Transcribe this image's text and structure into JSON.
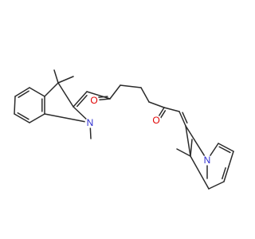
{
  "molecule": {
    "colors": {
      "bond": "#2b2b2b",
      "nitrogen": "#2b2bd0",
      "oxygen": "#e00000",
      "background": "#ffffff"
    },
    "atoms": {
      "n1": {
        "label": "N",
        "color": "nitrogen"
      },
      "o1": {
        "label": "O",
        "color": "oxygen"
      },
      "o2": {
        "label": "O",
        "color": "oxygen"
      },
      "n2": {
        "label": "N",
        "color": "nitrogen"
      }
    }
  }
}
